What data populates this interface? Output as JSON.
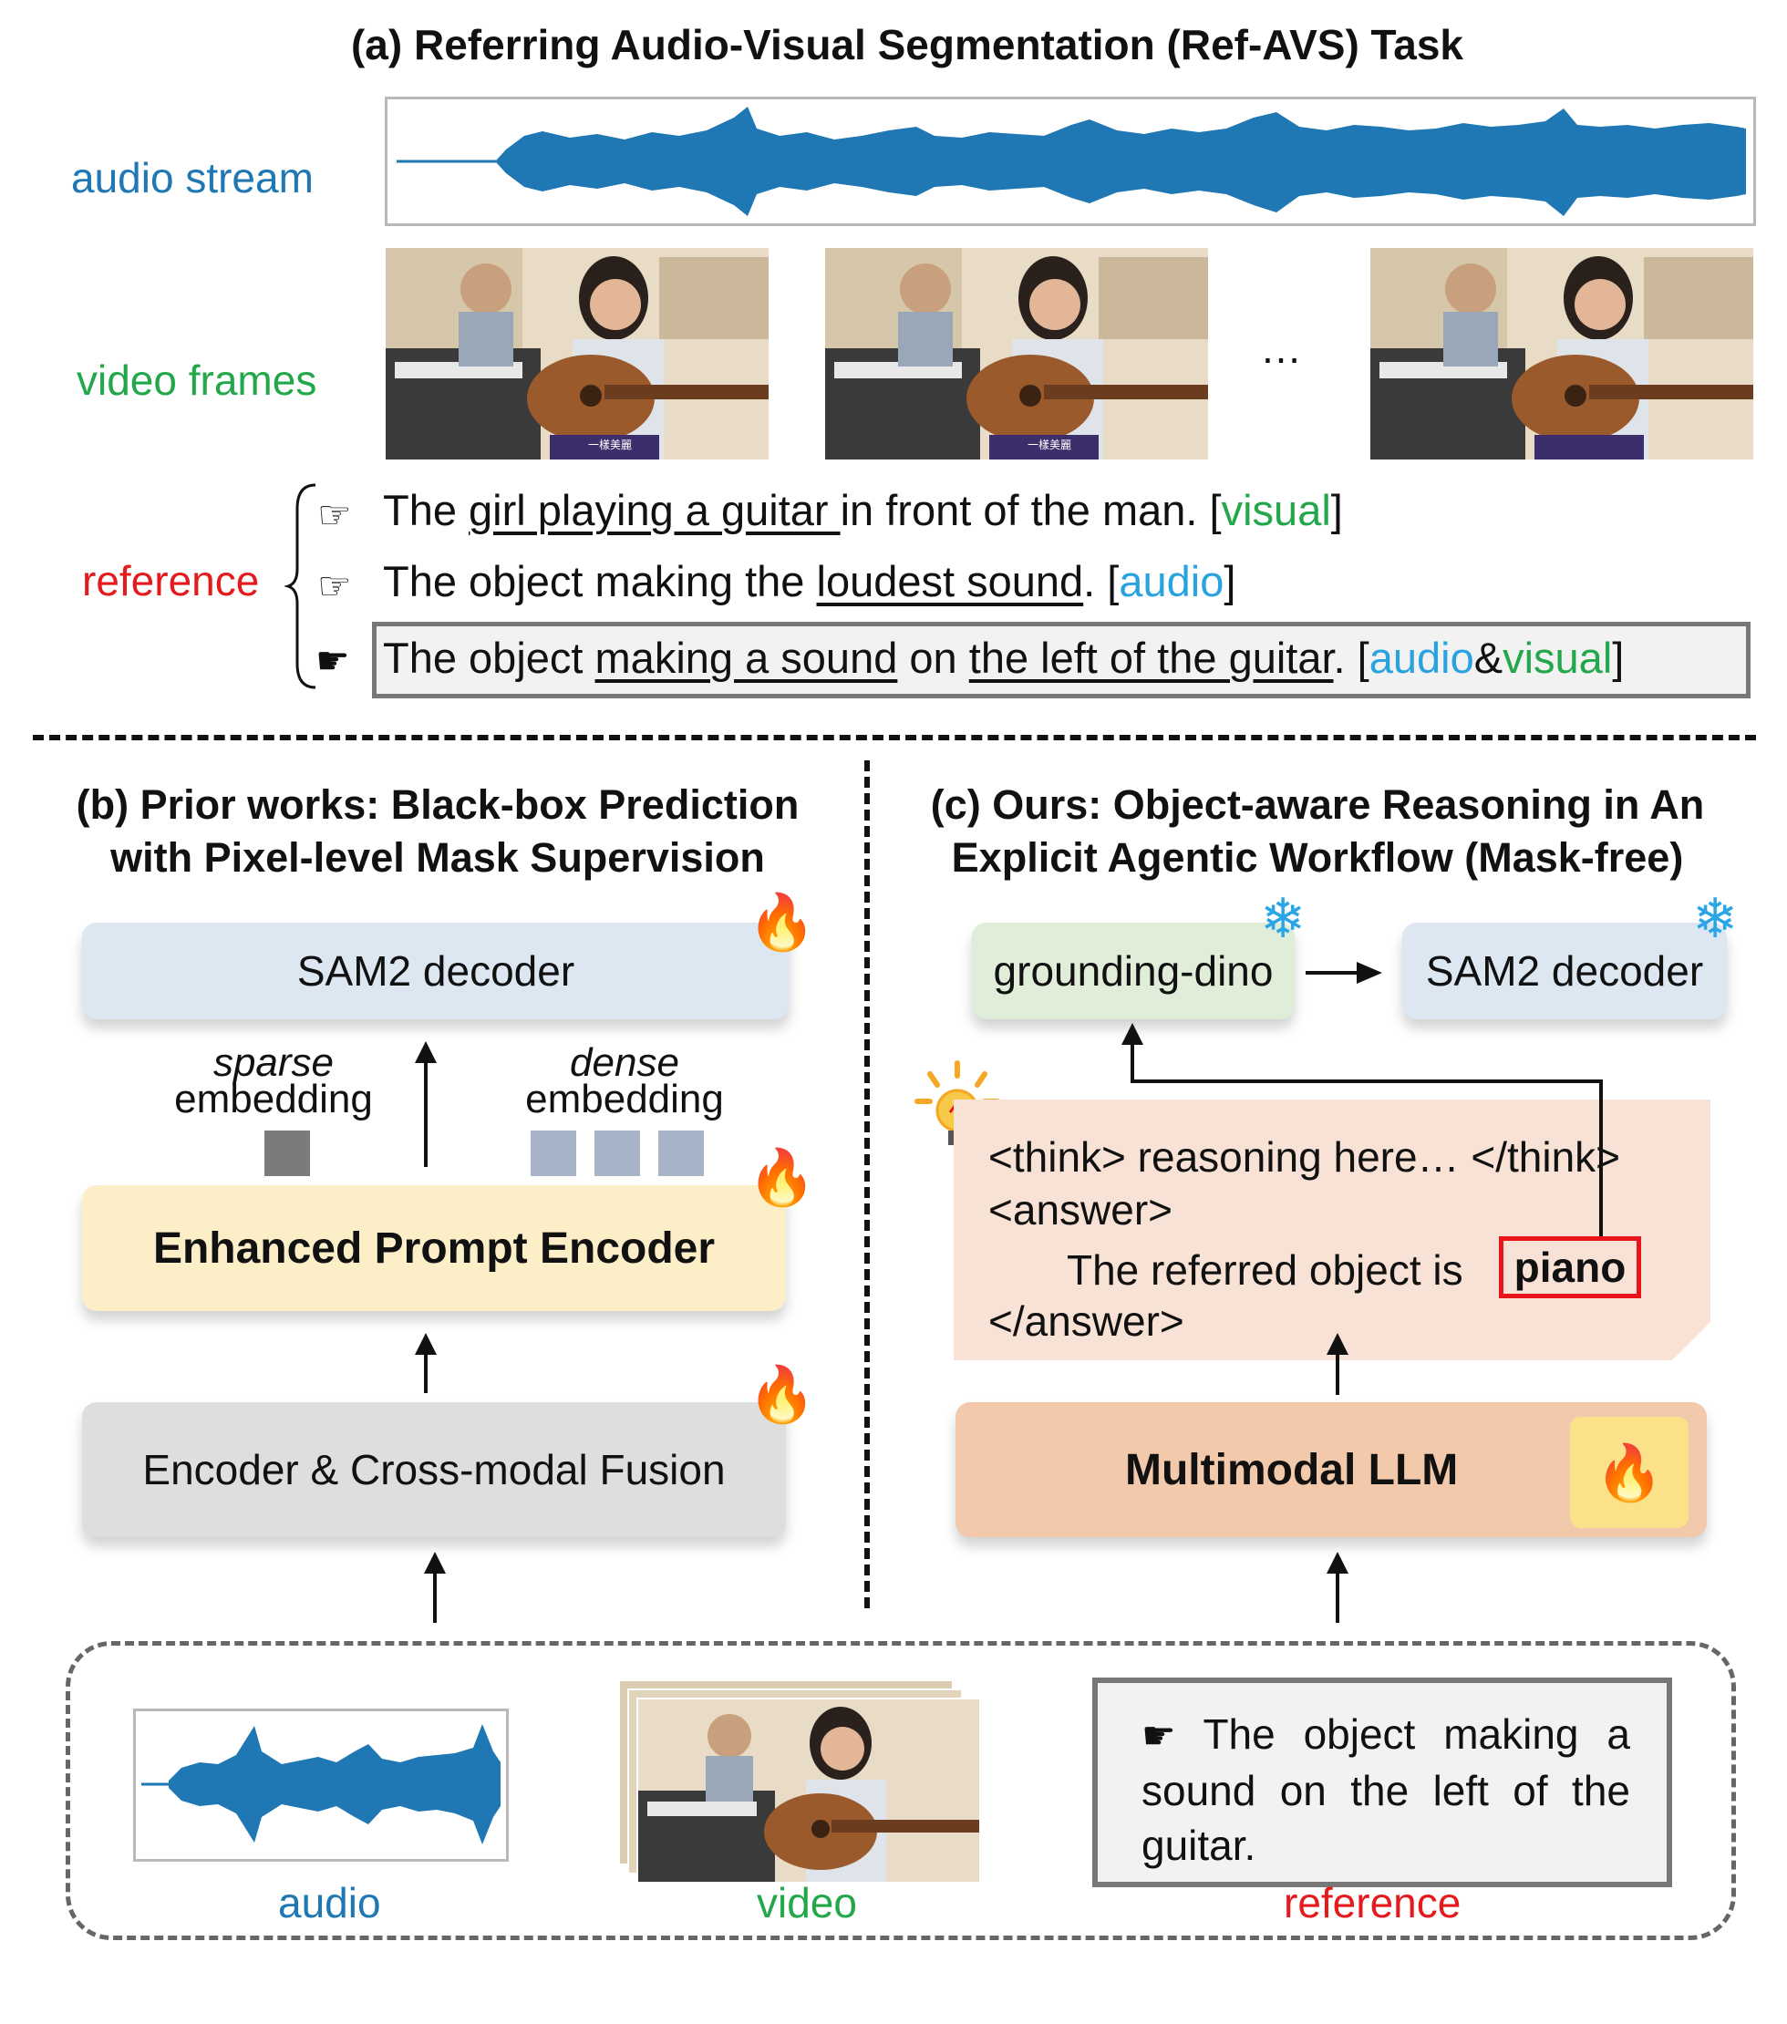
{
  "section_a": {
    "title": "(a) Referring Audio-Visual Segmentation (Ref-AVS) Task",
    "audio_label": "audio stream",
    "video_label": "video frames",
    "ellipsis": "…",
    "reference_label": "reference",
    "references": [
      {
        "pre": "The ",
        "u1": "girl playing a guitar ",
        "post": "in front of the man. [",
        "tag1": "visual",
        "end": "]"
      },
      {
        "pre": "The object making the ",
        "u1": "loudest sound",
        "post": ". [",
        "tag1": "audio",
        "end": "]"
      },
      {
        "pre": "The object ",
        "u1": "making a sound",
        "mid": " on ",
        "u2": "the left of the guitar",
        "post": ". [",
        "tag1": "audio",
        "amp": "&",
        "tag2": "visual",
        "end": "]"
      }
    ],
    "frame_caption": "一樣美麗"
  },
  "section_b": {
    "title_line1": "(b) Prior works: Black-box Prediction",
    "title_line2": "with Pixel-level Mask Supervision",
    "sam2_decoder": "SAM2 decoder",
    "sparse_word": "sparse",
    "dense_word": "dense",
    "embedding_word": "embedding",
    "prompt_encoder": "Enhanced Prompt Encoder",
    "fusion": "Encoder & Cross-modal Fusion"
  },
  "section_c": {
    "title_line1": "(c) Ours: Object-aware Reasoning in An",
    "title_line2": "Explicit Agentic Workflow (Mask-free)",
    "grounding": "grounding-dino",
    "sam2_decoder": "SAM2 decoder",
    "think_line": "<think> reasoning here… </think>",
    "answer_open": "<answer>",
    "answer_text": "The referred object is ",
    "answer_value": "piano",
    "answer_close": "</answer>",
    "llm": "Multimodal LLM"
  },
  "inputs": {
    "audio_label": "audio",
    "video_label": "video",
    "reference_label": "reference",
    "reference_text": "The object making a sound on the left of the guitar."
  },
  "colors": {
    "audio": "#1f77b4",
    "audio_light": "#29a3e0",
    "visual": "#22a84a",
    "reference": "#e41a1c",
    "sam2_box": "#dde7f2",
    "prompt_box": "#fcefc8",
    "fusion_box": "#dedede",
    "grounding_box": "#e0edd9",
    "think_box": "#f8e2d6",
    "llm_box": "#f3c9ab",
    "piano_border": "#e8141a"
  },
  "icons": {
    "trainable": "fire-icon",
    "frozen": "snowflake-icon",
    "idea": "lightbulb-icon",
    "pointer": "pointing-hand-icon"
  }
}
